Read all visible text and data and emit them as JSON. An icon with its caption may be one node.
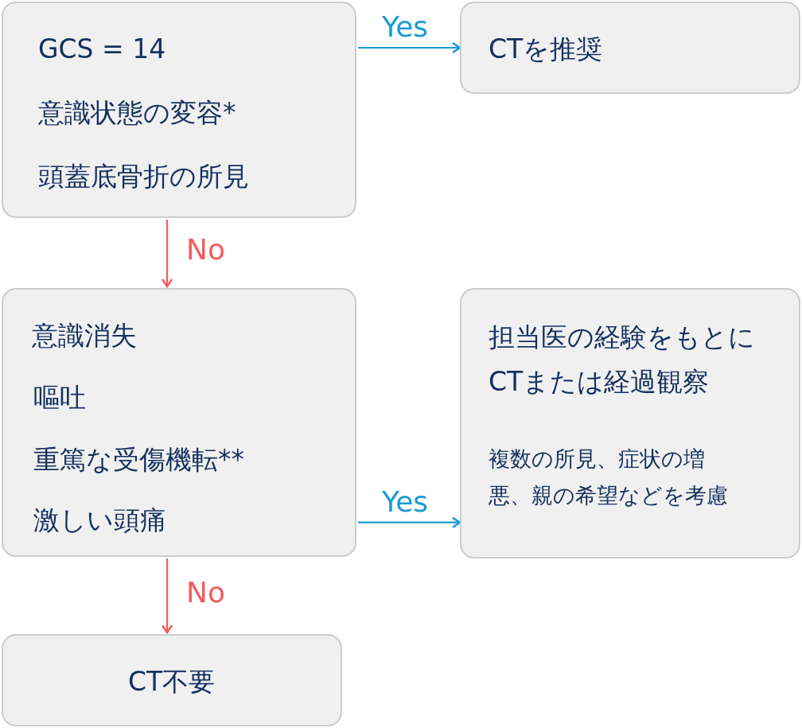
{
  "diagram": {
    "nodes": [
      {
        "text": [
          "GCS = 14",
          "意識状態の変容*",
          "頭蓋底骨折の所見"
        ]
      },
      {
        "text": [
          "CTを推奨"
        ]
      },
      {
        "text": [
          "意識消失",
          "嘔吐",
          "重篤な受傷機転**",
          "激しい頭痛"
        ]
      },
      {
        "text": [
          "担当医の経験をもとにCTまたは経過観察",
          "複数の所見、症状の増悪、親の希望などを考慮"
        ]
      },
      {
        "text": [
          "CT不要"
        ]
      }
    ],
    "edges": [
      {
        "from": 0,
        "to": 1,
        "arrow": "to",
        "label": "Yes",
        "color": "#1a9ad6"
      },
      {
        "from": 0,
        "to": 2,
        "arrow": "to",
        "label": "No",
        "color": "#f45b5b"
      },
      {
        "from": 2,
        "to": 3,
        "arrow": "to",
        "label": "Yes",
        "color": "#1a9ad6"
      },
      {
        "from": 2,
        "to": 4,
        "arrow": "to",
        "label": "No",
        "color": "#f45b5b"
      }
    ]
  }
}
